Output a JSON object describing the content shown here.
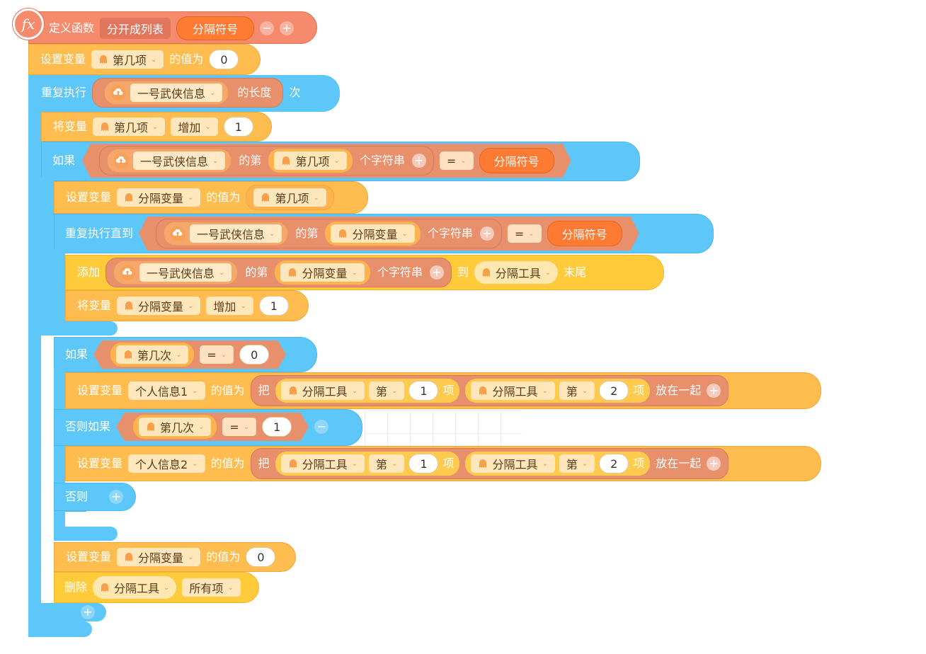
{
  "header": {
    "define_label": "定义函数",
    "function_name": "分开成列表",
    "param_name": "分隔符号",
    "minus": "−",
    "plus": "+",
    "fx": "fx"
  },
  "row1": {
    "label": "设置变量",
    "var": "第几项",
    "to": "的值为",
    "value": "0"
  },
  "repeat": {
    "label": "重复执行",
    "list": "一号武侠信息",
    "length": "的长度",
    "times": "次"
  },
  "row_inc1": {
    "label": "将变量",
    "var": "第几项",
    "op": "增加",
    "value": "1"
  },
  "if1": {
    "label": "如果",
    "list": "一号武侠信息",
    "the_nth": "的第",
    "var": "第几项",
    "char": "个字符串",
    "op": "=",
    "rhs": "分隔符号"
  },
  "set_sep": {
    "label": "设置变量",
    "var": "分隔变量",
    "to": "的值为",
    "value_var": "第几项"
  },
  "until": {
    "label": "重复执行直到",
    "list": "一号武侠信息",
    "the_nth": "的第",
    "var": "分隔变量",
    "char": "个字符串",
    "op": "=",
    "rhs": "分隔符号"
  },
  "add": {
    "label": "添加",
    "list": "一号武侠信息",
    "the_nth": "的第",
    "var": "分隔变量",
    "char": "个字符串",
    "to": "到",
    "target": "分隔工具",
    "end": "末尾"
  },
  "inc_sep": {
    "label": "将变量",
    "var": "分隔变量",
    "op": "增加",
    "value": "1"
  },
  "if2": {
    "label": "如果",
    "var": "第几次",
    "op": "=",
    "value": "0"
  },
  "set_p1": {
    "label": "设置变量",
    "var": "个人信息1",
    "to": "的值为",
    "ba": "把",
    "a_list": "分隔工具",
    "a_nth": "第",
    "a_idx": "1",
    "a_item": "项",
    "b_list": "分隔工具",
    "b_nth": "第",
    "b_idx": "2",
    "b_item": "项",
    "join": "放在一起"
  },
  "elif": {
    "label": "否则如果",
    "var": "第几次",
    "op": "=",
    "value": "1"
  },
  "set_p2": {
    "label": "设置变量",
    "var": "个人信息2",
    "to": "的值为",
    "ba": "把",
    "a_list": "分隔工具",
    "a_nth": "第",
    "a_idx": "1",
    "a_item": "项",
    "b_list": "分隔工具",
    "b_nth": "第",
    "b_idx": "2",
    "b_item": "项",
    "join": "放在一起"
  },
  "else": {
    "label": "否则"
  },
  "set_sep0": {
    "label": "设置变量",
    "var": "分隔变量",
    "to": "的值为",
    "value": "0"
  },
  "delete": {
    "label": "删除",
    "var": "分隔工具",
    "scope": "所有项"
  }
}
